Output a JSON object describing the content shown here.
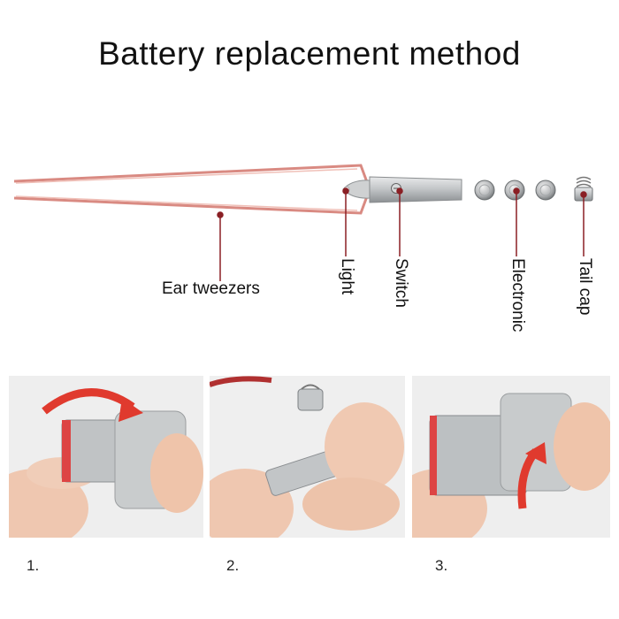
{
  "title": "Battery replacement method",
  "labels": {
    "ear_tweezers": "Ear tweezers",
    "light": "Light",
    "switch": "Switch",
    "electronic": "Electronic",
    "tail_cap": "Tail cap"
  },
  "steps": [
    "1.",
    "2.",
    "3."
  ],
  "colors": {
    "tweezer": "#d98a82",
    "callout": "#8a1f24",
    "arrow": "#e03a2e",
    "metal": "#b9bcbe",
    "skin": "#f0c9b2"
  }
}
